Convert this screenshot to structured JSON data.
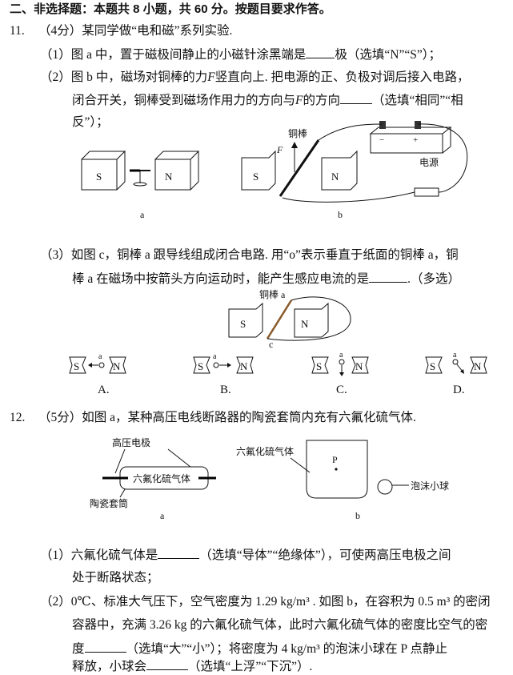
{
  "section_title": "二、非选择题：本题共 8 小题，共 60 分。按题目要求作答。",
  "q11": {
    "num": "11.",
    "head": "（4分）某同学做“电和磁”系列实验.",
    "p1a": "（1）图 a 中，置于磁极间静止的小磁针涂黑端是",
    "p1b": "极（选填“N”“S”）；",
    "p2a": "（2）图 b 中，磁场对铜棒的力",
    "p2F": "F",
    "p2b": "竖直向上. 把电源的正、负极对调后接入电路，",
    "p2c": "闭合开关，铜棒受到磁场作用力的方向与",
    "p2d": "的方向",
    "p2e": "（选填“相同”“相",
    "p2f": "反”）；",
    "p3a": "（3）如图 c，铜棒 a 跟导线组成闭合电路. 用“o”表示垂直于纸面的铜棒 a，铜",
    "p3b": "棒 a 在磁场中按箭头方向运动时，能产生感应电流的是",
    "p3c": ".（多选）",
    "fig_a": {
      "S": "S",
      "N": "N",
      "caption": "a"
    },
    "fig_b": {
      "rod": "铜棒",
      "F": "F",
      "power": "电源",
      "minus": "−",
      "plus": "+",
      "S": "S",
      "N": "N",
      "caption": "b"
    },
    "fig_c": {
      "rod": "铜棒 a",
      "S": "S",
      "N": "N",
      "caption": "c"
    },
    "options": [
      {
        "label": "A.",
        "S": "S",
        "N": "N",
        "a": "a"
      },
      {
        "label": "B.",
        "S": "S",
        "N": "N",
        "a": "a"
      },
      {
        "label": "C.",
        "S": "S",
        "N": "N",
        "a": "a"
      },
      {
        "label": "D.",
        "S": "S",
        "N": "N",
        "a": "a"
      }
    ]
  },
  "q12": {
    "num": "12.",
    "head": "（5分）如图 a，某种高压电线断路器的陶瓷套筒内充有六氟化硫气体.",
    "fig_a": {
      "electrode": "高压电极",
      "gas": "六氟化硫气体",
      "sleeve": "陶瓷套筒",
      "caption": "a"
    },
    "fig_b": {
      "gas": "六氟化硫气体",
      "P": "P",
      "ball": "泡沫小球",
      "caption": "b"
    },
    "p1a": "（1）六氟化硫气体是",
    "p1b": "（选填“导体”“绝缘体”），可使两高压电极之间",
    "p1c": "处于断路状态；",
    "p2a": "（2）0℃、标准大气压下，空气密度为 1.29 kg/m³ . 如图 b，在容积为 0.5 m³ 的密闭",
    "p2b": "容器中，充满 3.26 kg 的六氟化硫气体，此时六氟化硫气体的密度比空气的密",
    "p2c": "度",
    "p2d": "（选填“大”“小”）；将密度为 4 kg/m³ 的泡沫小球在 P 点静止",
    "p2e": "释放，小球会",
    "p2f": "（选填“上浮”“下沉”）."
  }
}
